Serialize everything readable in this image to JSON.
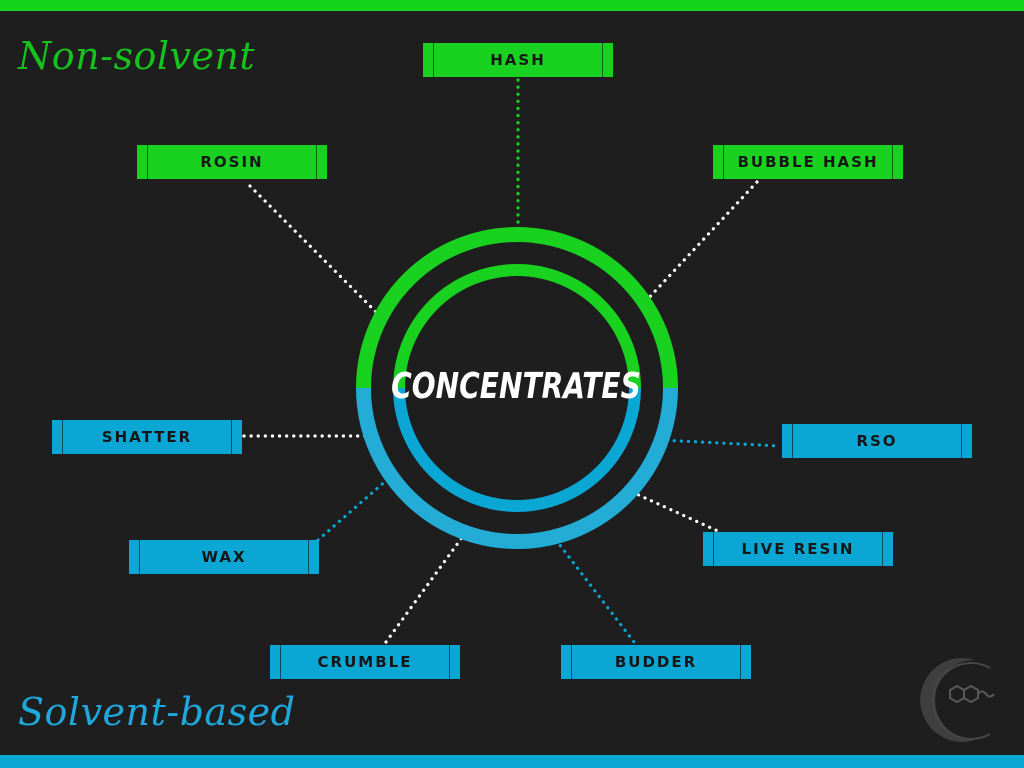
{
  "title": "CONCENTRATES",
  "groups": {
    "non_solvent": "Non-solvent",
    "solvent_based": "Solvent-based"
  },
  "colors": {
    "green": "#16d41c",
    "blue": "#0aa6d4",
    "background": "#1e1e1e",
    "white_dots": "#ffffff"
  },
  "nodes": {
    "hash": "HASH",
    "rosin": "ROSIN",
    "bubble_hash": "BUBBLE HASH",
    "shatter": "SHATTER",
    "rso": "RSO",
    "wax": "WAX",
    "live_resin": "LIVE RESIN",
    "crumble": "CRUMBLE",
    "budder": "BUDDER"
  },
  "logo": "crescent-molecule-logo"
}
